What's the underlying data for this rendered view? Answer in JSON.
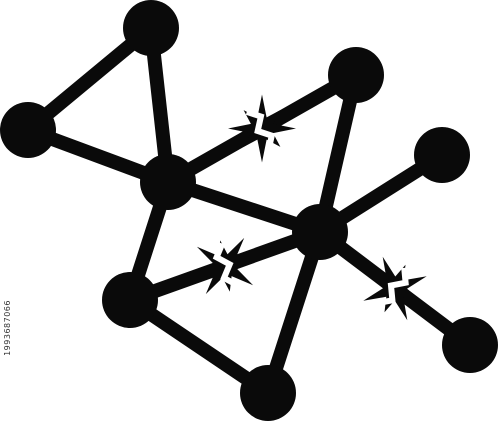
{
  "colors": {
    "ink": "#0a0a0a",
    "background": "#ffffff",
    "watermark": "#cfcfcf"
  },
  "graph": {
    "icon": "broken-network-graph-icon",
    "nodes": [
      "n-top",
      "n-left",
      "n-center",
      "n-upper-right",
      "n-right",
      "n-hub",
      "n-lower-left",
      "n-bottom",
      "n-lower-right"
    ],
    "edges": [
      [
        "n-top",
        "n-left"
      ],
      [
        "n-top",
        "n-center"
      ],
      [
        "n-left",
        "n-center"
      ],
      [
        "n-center",
        "n-upper-right"
      ],
      [
        "n-center",
        "n-hub"
      ],
      [
        "n-center",
        "n-lower-left"
      ],
      [
        "n-upper-right",
        "n-hub"
      ],
      [
        "n-hub",
        "n-right"
      ],
      [
        "n-hub",
        "n-lower-left"
      ],
      [
        "n-hub",
        "n-bottom"
      ],
      [
        "n-hub",
        "n-lower-right"
      ],
      [
        "n-lower-left",
        "n-bottom"
      ]
    ],
    "broken_edges": [
      [
        "n-center",
        "n-upper-right"
      ],
      [
        "n-hub",
        "n-lower-left"
      ],
      [
        "n-hub",
        "n-lower-right"
      ]
    ]
  },
  "stock_id": "1993687066"
}
